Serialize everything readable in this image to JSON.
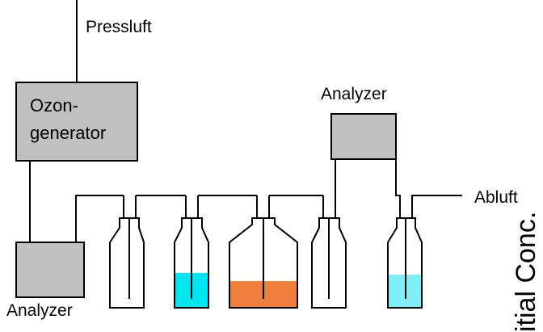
{
  "labels": {
    "air_in": "Pressluft",
    "ozone_generator_line1": "Ozon-",
    "ozone_generator_line2": "generator",
    "analyzer_left": "Analyzer",
    "analyzer_top": "Analyzer",
    "exhaust": "Abluft",
    "side_text": "itial Conc."
  },
  "colors": {
    "box_fill": "#c0c0c0",
    "cyan_liquid": "#00e6f0",
    "orange_liquid": "#f07e3c",
    "light_cyan_liquid": "#80eef8",
    "line": "#000000"
  },
  "bottles": [
    {
      "id": "bottle-1",
      "liquid": "none"
    },
    {
      "id": "bottle-2",
      "liquid": "cyan"
    },
    {
      "id": "bottle-3",
      "liquid": "orange"
    },
    {
      "id": "bottle-4",
      "liquid": "none"
    },
    {
      "id": "bottle-5",
      "liquid": "light-cyan"
    }
  ]
}
